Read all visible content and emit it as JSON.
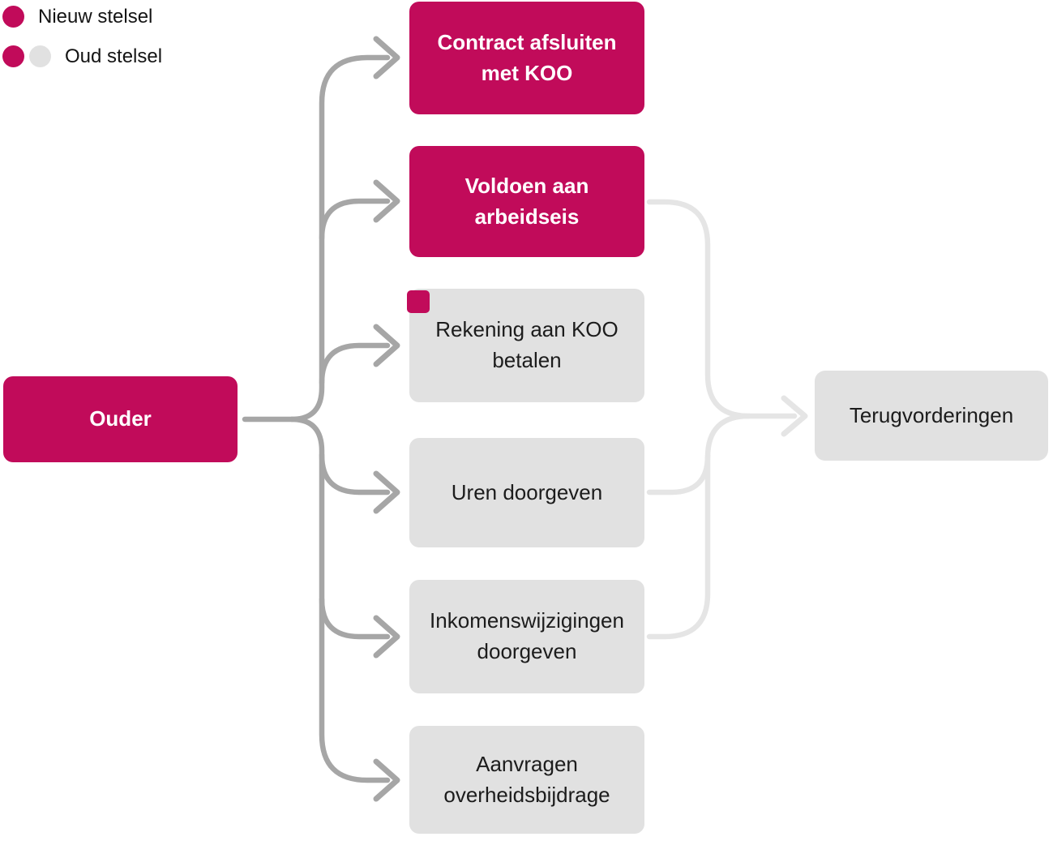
{
  "legend": {
    "items": [
      {
        "label": "Nieuw stelsel"
      },
      {
        "label": "Oud stelsel"
      }
    ]
  },
  "colors": {
    "nieuw_stelsel": "#C10B5A",
    "oud_stelsel": "#E1E1E1",
    "arrow_dark": "#A6A6A6",
    "arrow_light": "#E5E5E5",
    "text_dark": "#1C1C1C",
    "text_light": "#FFFFFF"
  },
  "nodes": {
    "ouder": {
      "label": "Ouder",
      "stelsel": "nieuw"
    },
    "tasks": [
      {
        "label": "Contract afsluiten met KOO",
        "stelsel": "nieuw"
      },
      {
        "label": "Voldoen aan arbeidseis",
        "stelsel": "nieuw"
      },
      {
        "label": "Rekening aan KOO betalen",
        "stelsel": "oud",
        "badge": "nieuw"
      },
      {
        "label": "Uren doorgeven",
        "stelsel": "oud"
      },
      {
        "label": "Inkomenswijzigingen doorgeven",
        "stelsel": "oud"
      },
      {
        "label": "Aanvragen overheidsbijdrage",
        "stelsel": "oud"
      }
    ],
    "terugvorderingen": {
      "label": "Terugvorderingen",
      "stelsel": "oud"
    }
  }
}
